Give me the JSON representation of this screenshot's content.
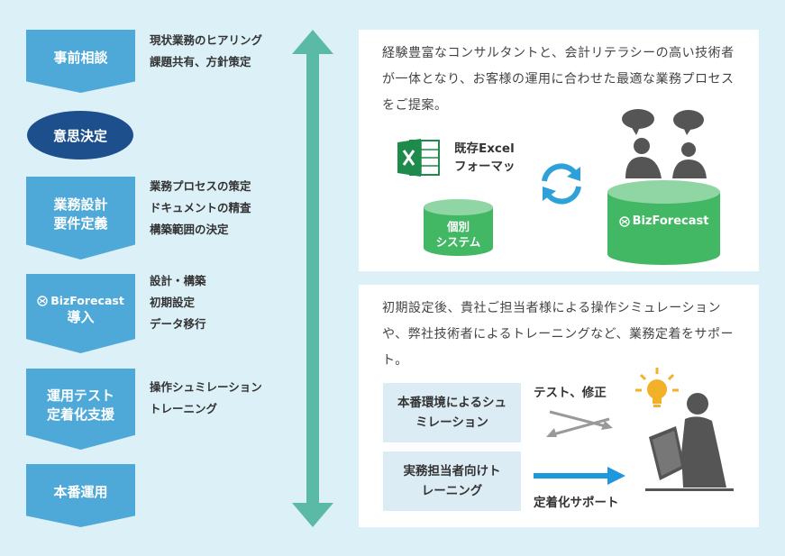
{
  "steps": [
    {
      "label": "事前相談",
      "notes": [
        "現状業務のヒアリング",
        "課題共有、方針策定"
      ]
    },
    {
      "label": "意思決定"
    },
    {
      "label_line1": "業務設計",
      "label_line2": "要件定義",
      "notes": [
        "業務プロセスの策定",
        "ドキュメントの精査",
        "構築範囲の決定"
      ]
    },
    {
      "brand": "BizForecast",
      "label": "導入",
      "notes": [
        "設計・構築",
        "初期設定",
        "データ移行"
      ]
    },
    {
      "label_line1": "運用テスト",
      "label_line2": "定着化支援",
      "notes": [
        "操作シュミレーション",
        "トレーニング"
      ]
    },
    {
      "label": "本番運用"
    }
  ],
  "panel1": {
    "text": "経験豊富なコンサルタントと、会計リテラシーの高い技術者が一体となり、お客様の運用に合わせた最適な業務プロセスをご提案。",
    "excel_line1": "既存Excel",
    "excel_line2": "フォーマッ",
    "system_line1": "個別",
    "system_line2": "システム",
    "brand": "BizForecast"
  },
  "panel2": {
    "text": "初期設定後、貴社ご担当者様による操作シミュレーションや、弊社技術者によるトレーニングなど、業務定着をサポート。",
    "box1": "本番環境によるシュミレーション",
    "box2": "実務担当者向けトレーニング",
    "label_test": "テスト、修正",
    "label_support": "定着化サポート"
  },
  "colors": {
    "step": "#4fa9d8",
    "decision": "#1c4f8c",
    "arrow": "#5bbaa5",
    "excel": "#1e8a4c",
    "cylinder": "#43b864",
    "sync": "#2ea2d8",
    "bulb": "#f3b12a"
  }
}
